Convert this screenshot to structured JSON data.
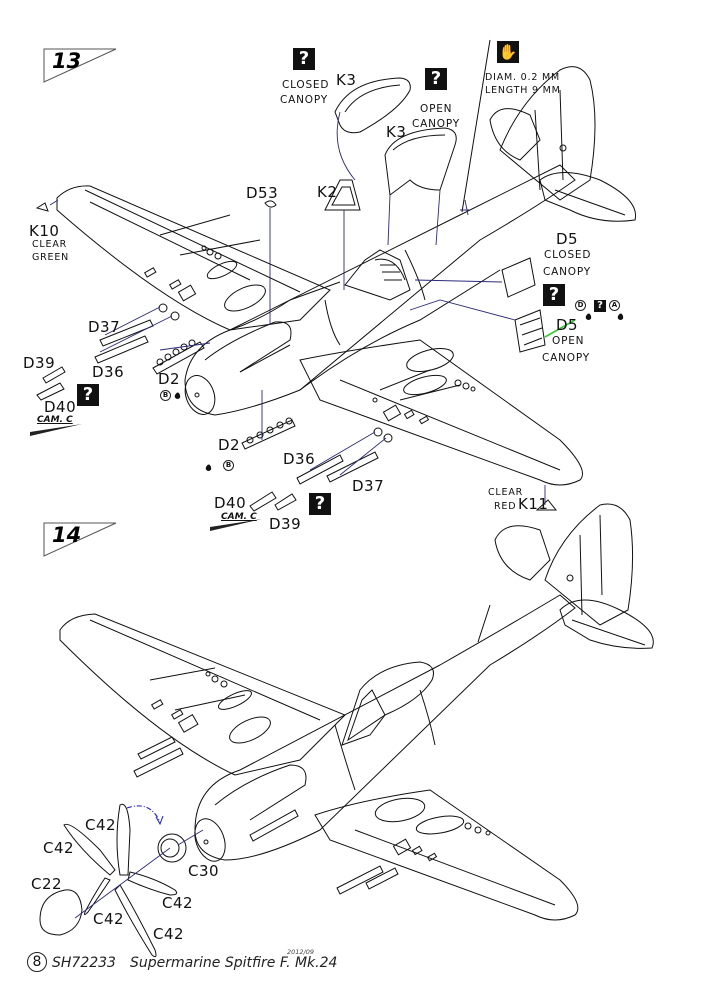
{
  "document": {
    "type": "model kit assembly instructions",
    "product_code": "SH72233",
    "product_title": "Supermarine Spitfire F. Mk.24",
    "date": "2012/09",
    "page_number": "8"
  },
  "step13": {
    "number": "13",
    "labels": {
      "k10": "K10",
      "k10_note1": "CLEAR",
      "k10_note2": "GREEN",
      "d53": "D53",
      "k2": "K2",
      "k3_closed": "K3",
      "k3_open": "K3",
      "closed_canopy_1": "CLOSED",
      "closed_canopy_2": "CANOPY",
      "open_canopy_1": "OPEN",
      "open_canopy_2": "CANOPY",
      "antenna_note_1": "DIAM. 0.2 MM",
      "antenna_note_2": "LENGTH 9 MM",
      "d5_top": "D5",
      "d5_closed_1": "CLOSED",
      "d5_closed_2": "CANOPY",
      "d5_bottom": "D5",
      "d5_open_1": "OPEN",
      "d5_open_2": "CANOPY",
      "paint_d": "D",
      "paint_a": "A",
      "d37_left": "D37",
      "d36_left": "D36",
      "d39_left": "D39",
      "d40_left": "D40",
      "cam_left": "CAM. C",
      "d2_left": "D2",
      "paint_b_left": "B",
      "d2_bottom": "D2",
      "paint_b_bottom": "B",
      "d36_bottom": "D36",
      "d37_bottom": "D37",
      "d40_bottom": "D40",
      "d39_bottom": "D39",
      "cam_bottom": "CAM. C",
      "k11": "K11",
      "k11_note1": "CLEAR",
      "k11_note2": "RED"
    },
    "option_icon": "?",
    "icons": [
      "question-option-icon",
      "hand-stretch-sprue-icon",
      "paint-drop-icon"
    ]
  },
  "step14": {
    "number": "14",
    "labels": {
      "c42_a": "C42",
      "c42_b": "C42",
      "c42_c": "C42",
      "c42_d": "C42",
      "c42_e": "C42",
      "c30": "C30",
      "c22": "C22"
    }
  },
  "colors": {
    "line": "#111111",
    "guide_line": "#2a2a7a",
    "guide_arrow_blue": "#1a1acc",
    "green_guide": "#33cc33"
  }
}
